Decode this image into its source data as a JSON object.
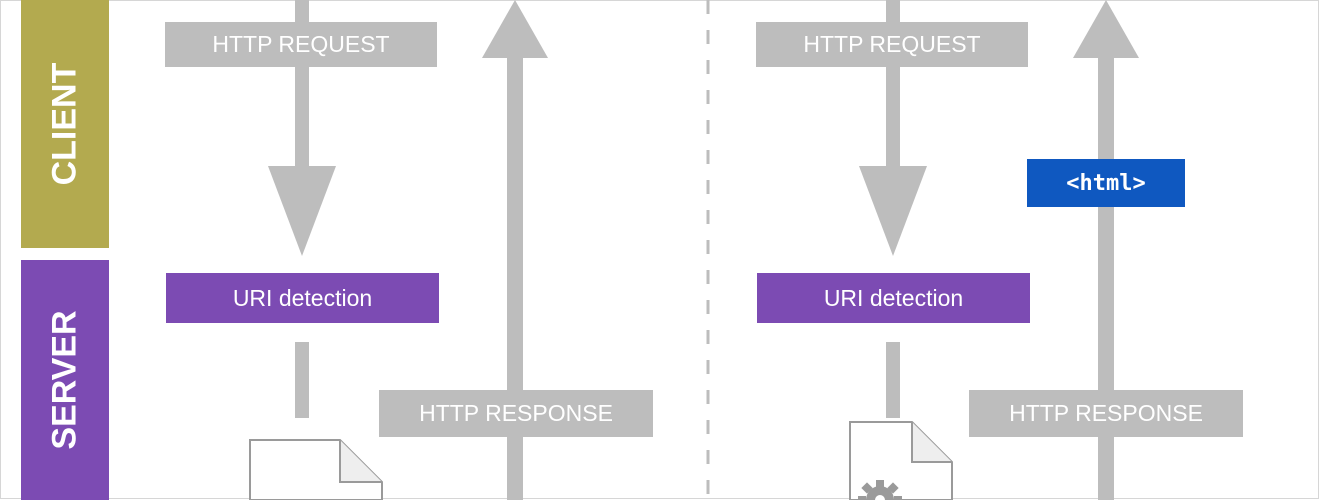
{
  "bands": {
    "client_label": "CLIENT",
    "server_label": "SERVER"
  },
  "left_panel": {
    "request_label": "HTTP REQUEST",
    "uri_label": "URI detection",
    "response_label": "HTTP RESPONSE",
    "file_icon": "document-icon"
  },
  "right_panel": {
    "request_label": "HTTP REQUEST",
    "uri_label": "URI detection",
    "response_label": "HTTP RESPONSE",
    "html_tag_label": "<html>",
    "file_icon": "document-gear-icon"
  },
  "colors": {
    "client": "#b3aa4f",
    "server": "#7c4bb3",
    "arrow_gray": "#bdbdbd",
    "html_tag": "#0f58c0"
  }
}
